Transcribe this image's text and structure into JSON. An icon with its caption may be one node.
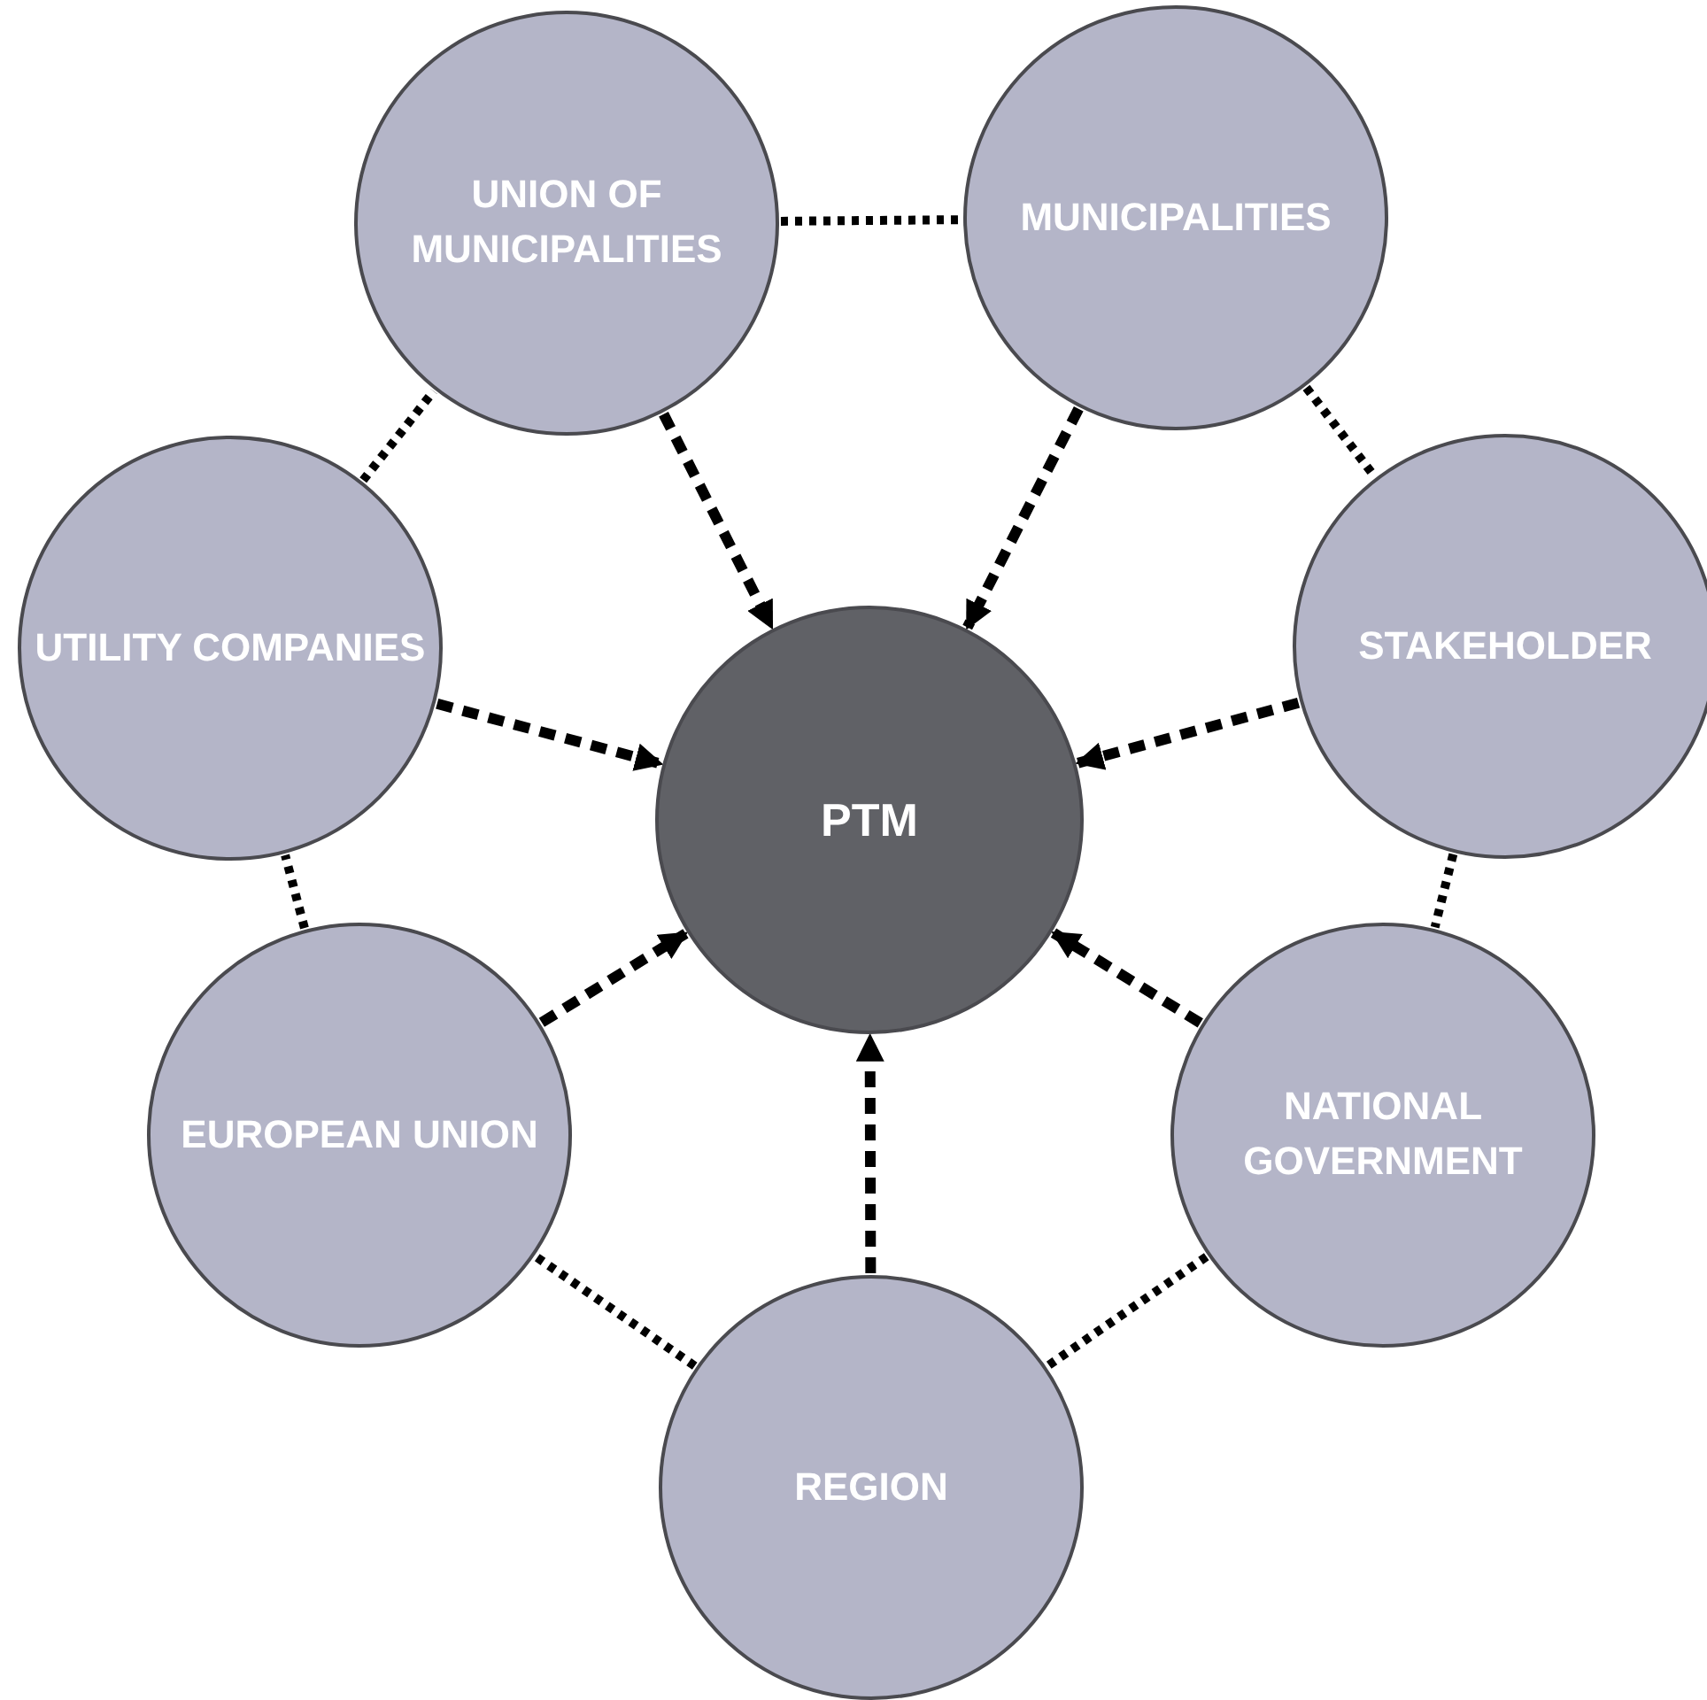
{
  "diagram": {
    "nodes": [
      {
        "text": [
          "UNION OF MUNICIPALITIES"
        ]
      },
      {
        "text": [
          "MUNICIPALITIES"
        ]
      },
      {
        "text": [
          "UTILITY COMPANIES"
        ]
      },
      {
        "text": [
          "PTM"
        ]
      },
      {
        "text": [
          "STAKEHOLDER"
        ]
      },
      {
        "text": [
          "EUROPEAN UNION"
        ]
      },
      {
        "text": [
          "NATIONAL GOVERNMENT"
        ]
      },
      {
        "text": [
          "REGION"
        ]
      }
    ],
    "edges": [
      {
        "from": 0,
        "to": 3,
        "arrow": "to",
        "style": "dashed"
      },
      {
        "from": 1,
        "to": 3,
        "arrow": "to",
        "style": "dashed"
      },
      {
        "from": 2,
        "to": 3,
        "arrow": "to",
        "style": "dashed"
      },
      {
        "from": 4,
        "to": 3,
        "arrow": "to",
        "style": "dashed"
      },
      {
        "from": 5,
        "to": 3,
        "arrow": "to",
        "style": "dashed"
      },
      {
        "from": 6,
        "to": 3,
        "arrow": "to",
        "style": "dashed"
      },
      {
        "from": 7,
        "to": 3,
        "arrow": "to",
        "style": "dashed"
      },
      {
        "from": 0,
        "to": 1,
        "arrow": "none",
        "style": "dashed"
      },
      {
        "from": 1,
        "to": 4,
        "arrow": "none",
        "style": "dashed"
      },
      {
        "from": 4,
        "to": 6,
        "arrow": "none",
        "style": "dashed"
      },
      {
        "from": 6,
        "to": 7,
        "arrow": "none",
        "style": "dashed"
      },
      {
        "from": 7,
        "to": 5,
        "arrow": "none",
        "style": "dashed"
      },
      {
        "from": 5,
        "to": 2,
        "arrow": "none",
        "style": "dashed"
      },
      {
        "from": 2,
        "to": 0,
        "arrow": "none",
        "style": "dashed"
      }
    ]
  }
}
